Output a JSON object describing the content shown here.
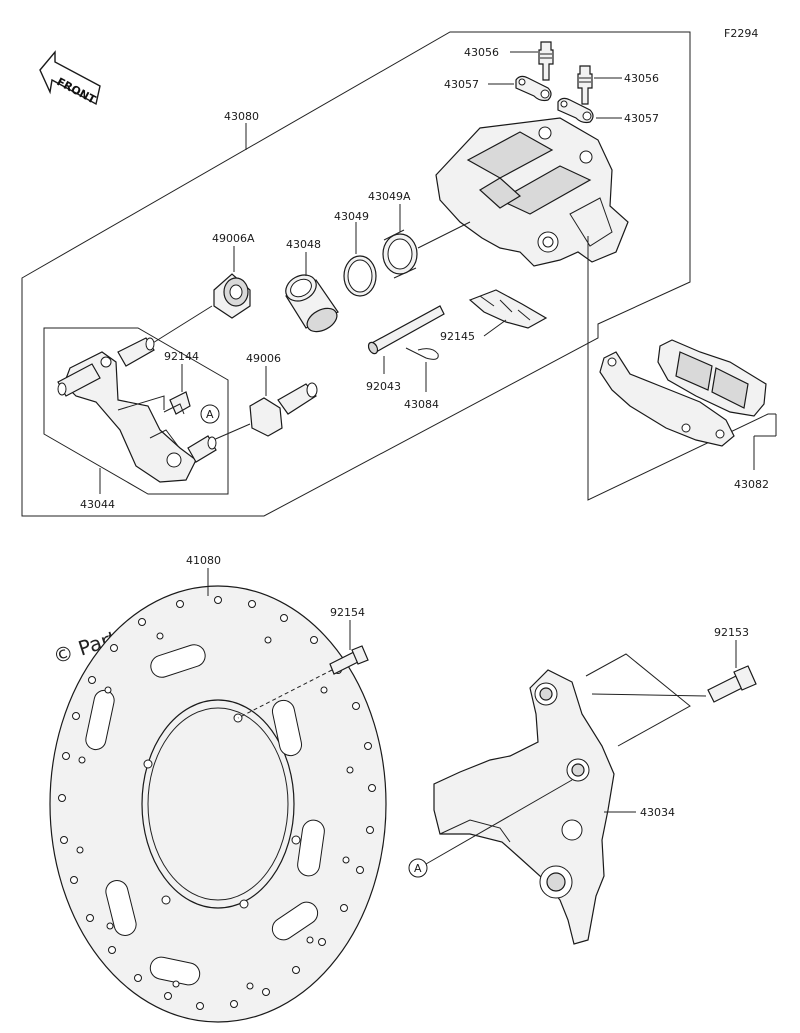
{
  "figure_code": "F2294",
  "front_label": "FRONT",
  "watermark": "© Partzilla.com",
  "ref_marker": "A",
  "parts": {
    "p43080": "43080",
    "p43056a": "43056",
    "p43056b": "43056",
    "p43057a": "43057",
    "p43057b": "43057",
    "p43049A": "43049A",
    "p43049": "43049",
    "p43048": "43048",
    "p49006A": "49006A",
    "p92144": "92144",
    "p49006": "49006",
    "p92145": "92145",
    "p92043": "92043",
    "p43084": "43084",
    "p43044": "43044",
    "p43082": "43082",
    "p41080": "41080",
    "p92154": "92154",
    "p92153": "92153",
    "p43034": "43034"
  }
}
